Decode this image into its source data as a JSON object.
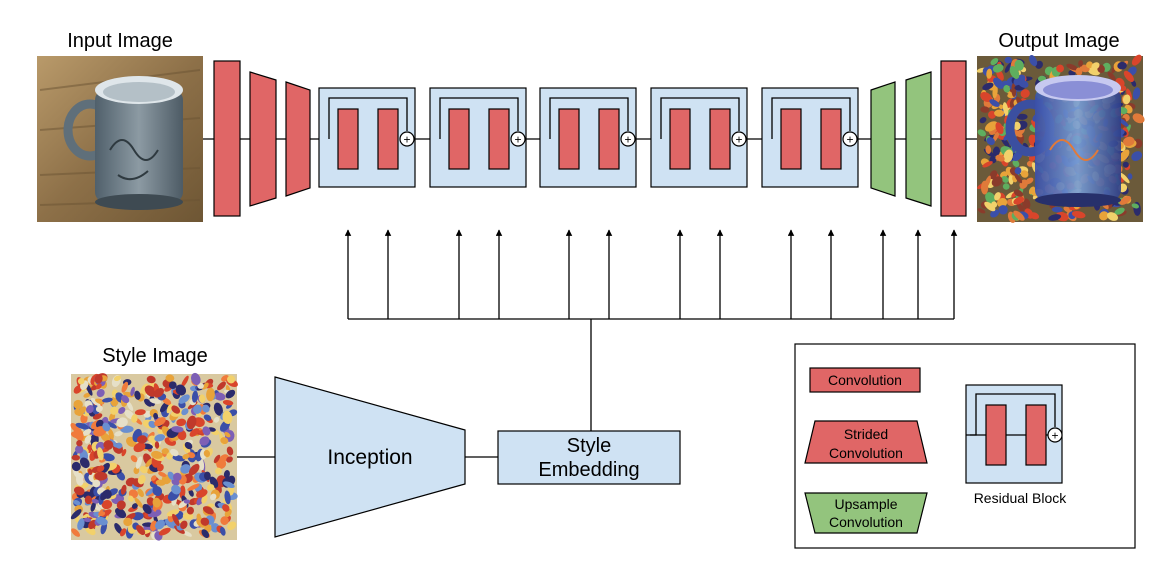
{
  "labels": {
    "input_image": "Input Image",
    "output_image": "Output Image",
    "style_image": "Style Image",
    "inception": "Inception",
    "style_embedding_line1": "Style",
    "style_embedding_line2": "Embedding",
    "plus_symbol": "+"
  },
  "legend": {
    "convolution": "Convolution",
    "strided_line1": "Strided",
    "strided_line2": "Convolution",
    "upsample_line1": "Upsample",
    "upsample_line2": "Convolution",
    "residual_block": "Residual Block"
  },
  "colors": {
    "convolution": "#e06666",
    "upsample": "#93c47d",
    "block_fill": "#cfe2f3",
    "mug_body": "#6f7f8a",
    "wood": "#8a7048"
  }
}
